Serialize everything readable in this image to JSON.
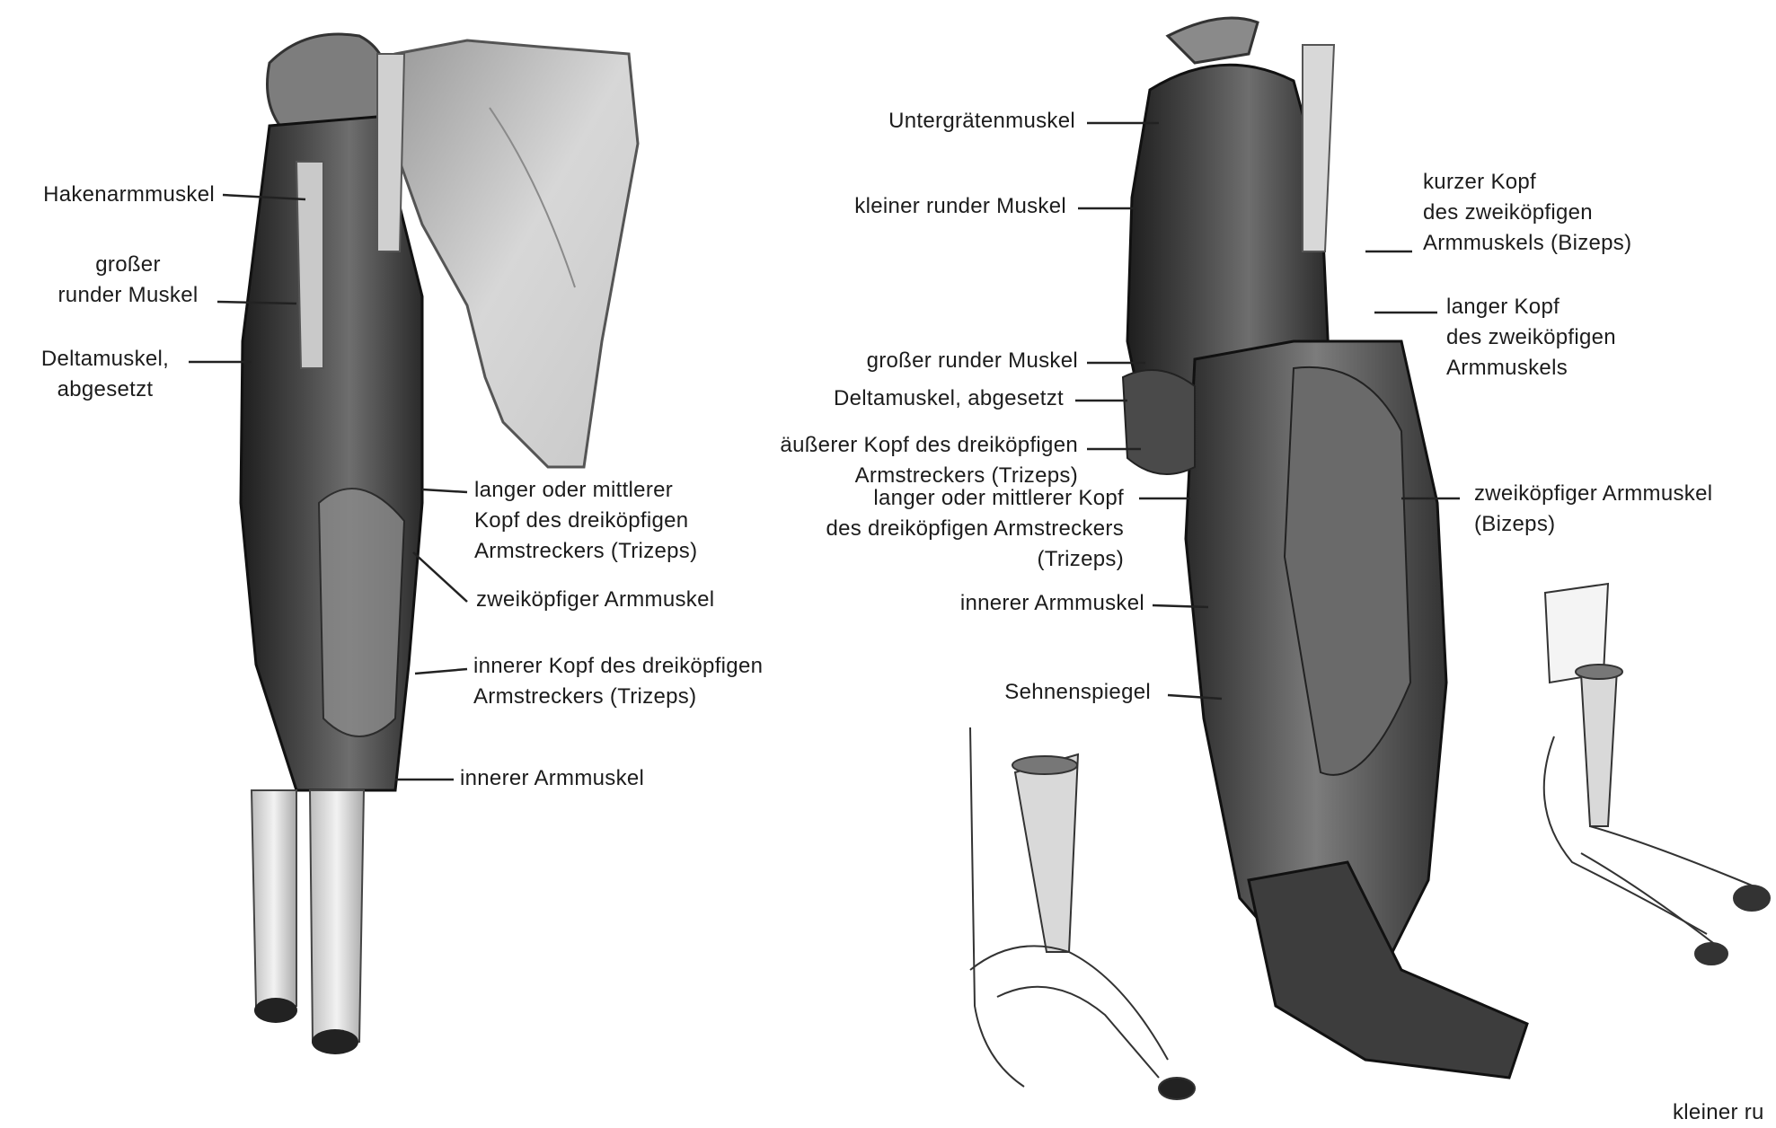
{
  "labels": {
    "hakenarmmuskel": "Hakenarmmuskel",
    "grosser_runder_1": "großer",
    "grosser_runder_2": "runder Muskel",
    "deltamuskel_1": "Deltamuskel,",
    "deltamuskel_2": "abgesetzt",
    "langer_mittlerer_left_1": "langer oder mittlerer",
    "langer_mittlerer_left_2": "Kopf des dreiköpfigen",
    "langer_mittlerer_left_3": "Armstreckers (Trizeps)",
    "zweikoepfiger_left": "zweiköpfiger Armmuskel",
    "innerer_kopf_1": "innerer Kopf des dreiköpfigen",
    "innerer_kopf_2": "Armstreckers (Trizeps)",
    "innerer_armmuskel_left": "innerer Armmuskel",
    "untergraetenmuskel": "Untergrätenmuskel",
    "kleiner_runder": "kleiner runder Muskel",
    "grosser_runder_right": "großer runder Muskel",
    "deltamuskel_right": "Deltamuskel, abgesetzt",
    "aeusserer_kopf_1": "äußerer Kopf des dreiköpfigen",
    "aeusserer_kopf_2": "Armstreckers (Trizeps)",
    "langer_mittlerer_right_1": "langer oder mittlerer Kopf",
    "langer_mittlerer_right_2": "des dreiköpfigen Armstreckers",
    "langer_mittlerer_right_3": "(Trizeps)",
    "innerer_armmuskel_right": "innerer Armmuskel",
    "sehnenspiegel": "Sehnenspiegel",
    "kurzer_kopf_1": "kurzer Kopf",
    "kurzer_kopf_2": "des zweiköpfigen",
    "kurzer_kopf_3": "Armmuskels (Bizeps)",
    "langer_kopf_1": "langer Kopf",
    "langer_kopf_2": "des zweiköpfigen",
    "langer_kopf_3": "Armmuskels",
    "zweikoepfiger_right_1": "zweiköpfiger Armmuskel",
    "zweikoepfiger_right_2": "(Bizeps)",
    "kleiner_cut": "kleiner ru"
  }
}
